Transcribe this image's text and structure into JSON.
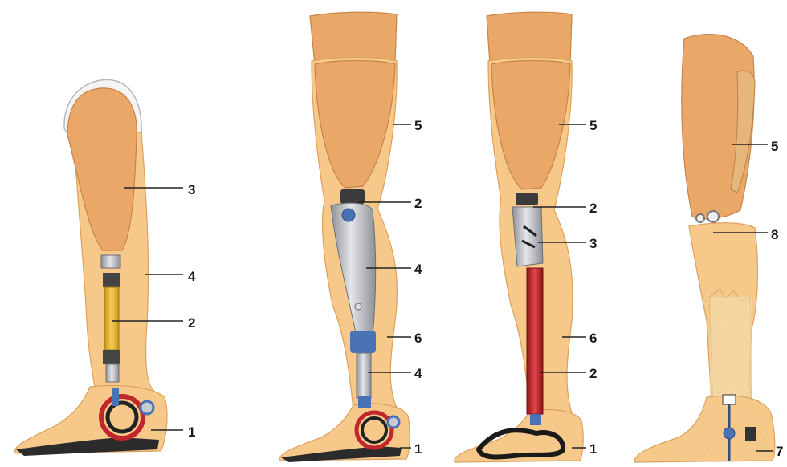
{
  "figures": [
    {
      "id": "prosthesis-1",
      "callouts": [
        {
          "text": "3"
        },
        {
          "text": "4"
        },
        {
          "text": "2"
        },
        {
          "text": "1"
        }
      ]
    },
    {
      "id": "prosthesis-2",
      "callouts": [
        {
          "text": "5"
        },
        {
          "text": "2"
        },
        {
          "text": "4"
        },
        {
          "text": "6"
        },
        {
          "text": "4"
        },
        {
          "text": "1"
        }
      ]
    },
    {
      "id": "prosthesis-3",
      "callouts": [
        {
          "text": "5"
        },
        {
          "text": "2"
        },
        {
          "text": "3"
        },
        {
          "text": "6"
        },
        {
          "text": "2"
        },
        {
          "text": "1"
        }
      ]
    },
    {
      "id": "prosthesis-4",
      "callouts": [
        {
          "text": "5"
        },
        {
          "text": "8"
        },
        {
          "text": "7"
        }
      ]
    }
  ],
  "colors": {
    "cover": "#f6c98a",
    "cover_edge": "#d9a25e",
    "socket": "#e9a868",
    "socket_edge": "#c8834a",
    "pylon_yellow": "#e6b420",
    "pylon_red": "#c0262c",
    "metal": "#b9bcc1",
    "metal_dark": "#7d8187",
    "blue": "#4a73b5",
    "wood": "#f3e3b5"
  }
}
